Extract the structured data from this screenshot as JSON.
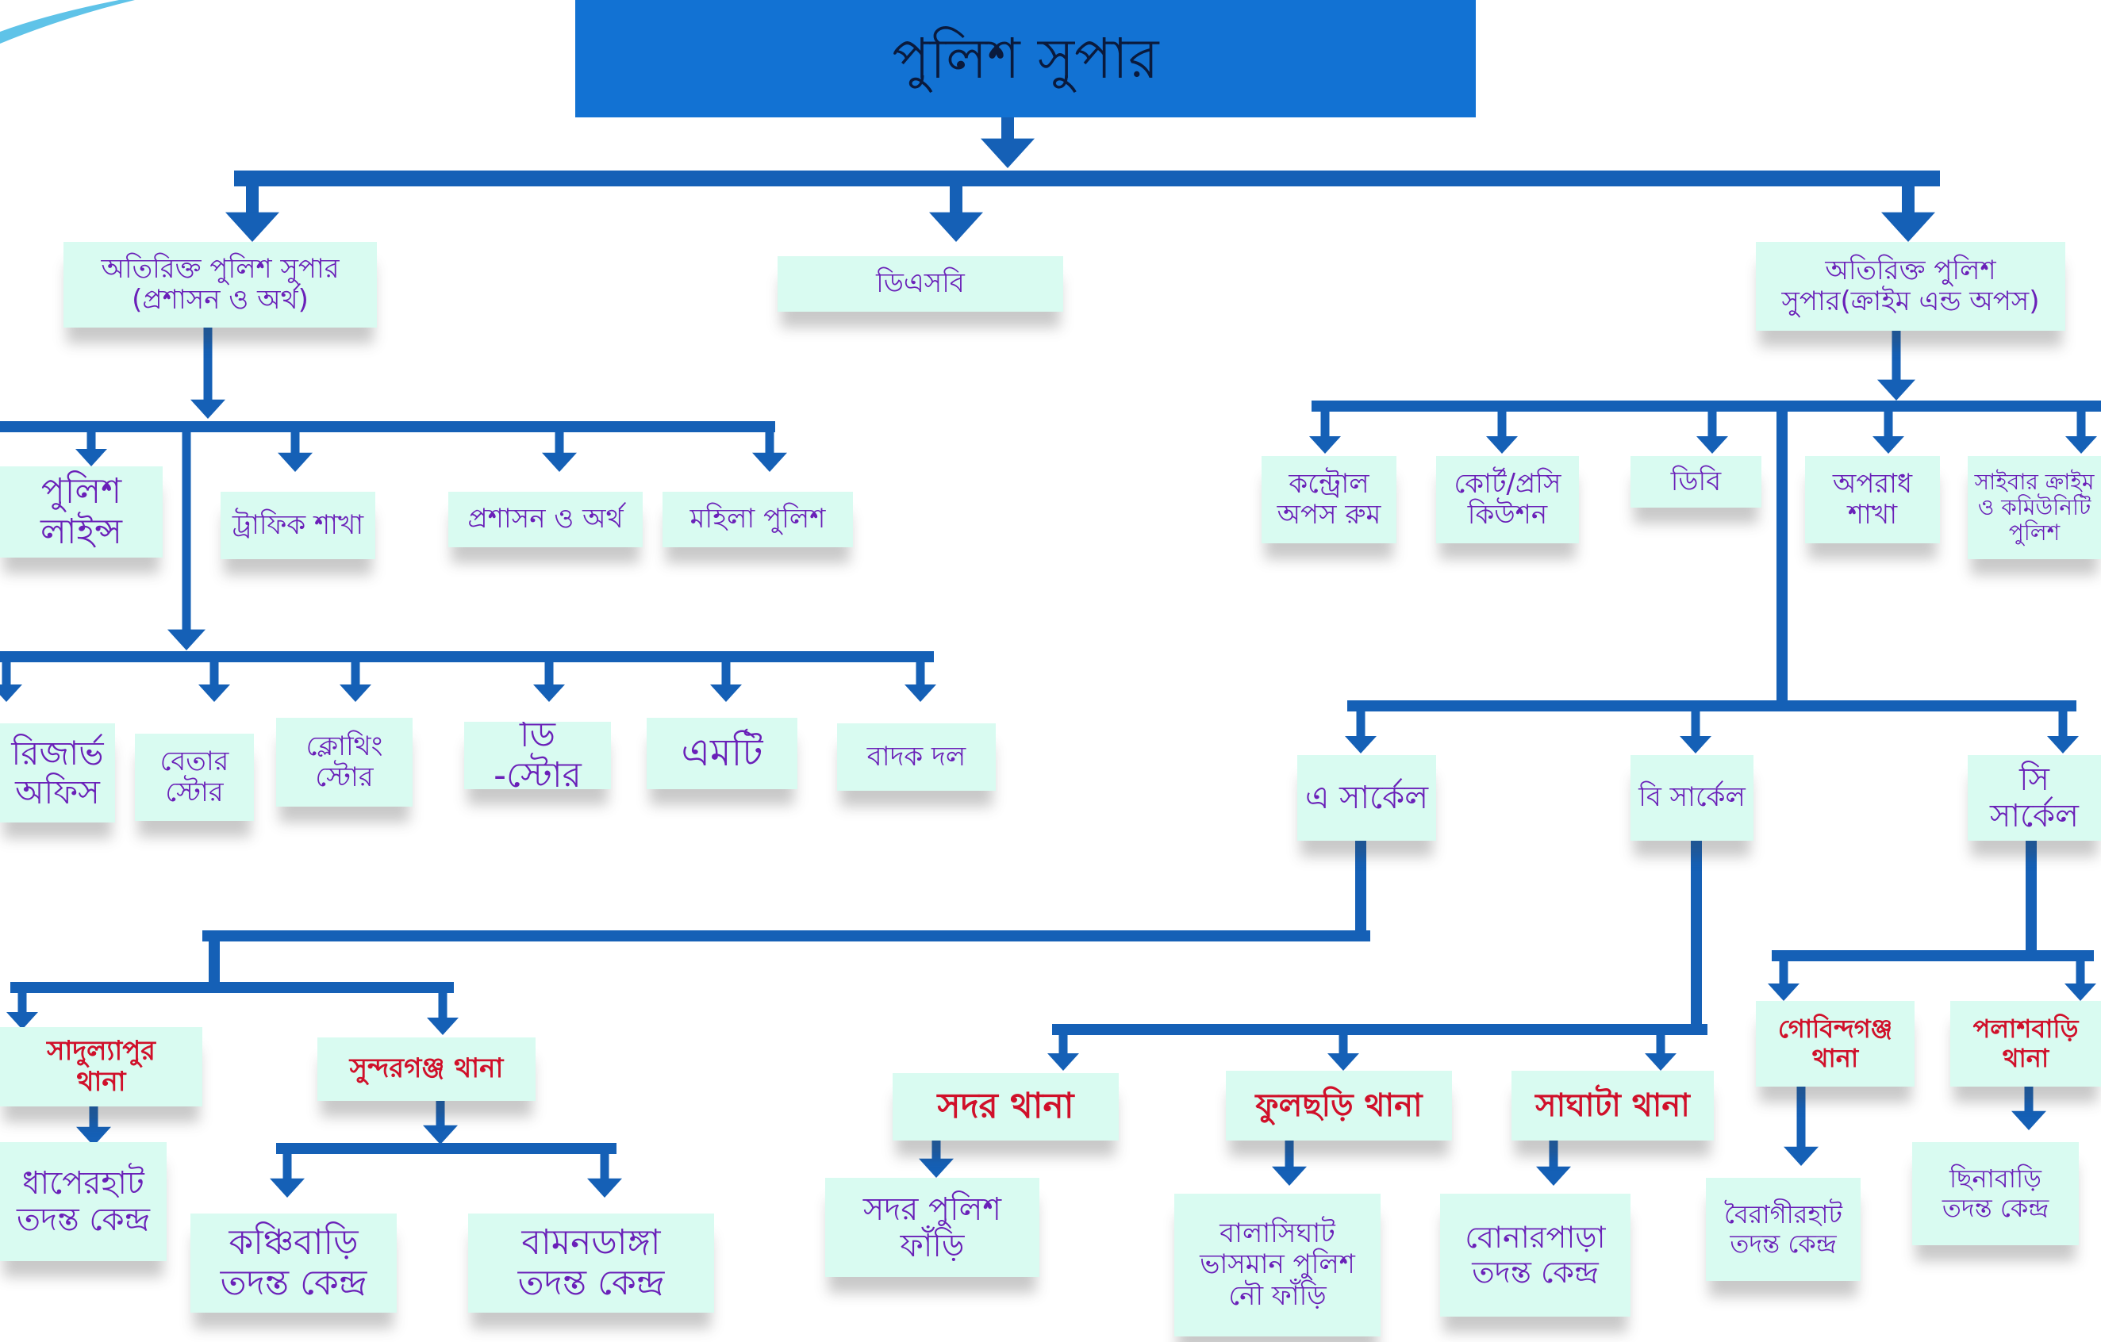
{
  "colors": {
    "line": "#1560b6",
    "box_fill": "#d9fbf1",
    "label": "#6a20b8",
    "station": "#d0102a",
    "top_fill": "#1272d3"
  },
  "top": "পুলিশ সুপার",
  "level1": {
    "left": "অতিরিক্ত পুলিশ সুপার\n(প্রশাসন ও অর্থ)",
    "center": "ডিএসবি",
    "right": "অতিরিক্ত পুলিশ\nসুপার(ক্রাইম এন্ড অপস)"
  },
  "admin_row1": [
    "পুলিশ\nলাইন্স",
    "ট্রাফিক শাখা",
    "প্রশাসন ও অর্থ",
    "মহিলা পুলিশ"
  ],
  "admin_row2": [
    "রিজার্ভ\nঅফিস",
    "বেতার\nস্টোর",
    "ক্লোথিং\nস্টোর",
    "ডি -স্টোর",
    "এমটি",
    "বাদক দল"
  ],
  "crime_row": [
    "কন্ট্রোল\nঅপস রুম",
    "কোর্ট/প্রসি\nকিউশন",
    "ডিবি",
    "অপরাধ\nশাখা",
    "সাইবার ক্রাইম\nও কমিউনিটি\nপুলিশ"
  ],
  "circles": [
    "এ সার্কেল",
    "বি সার্কেল",
    "সি সার্কেল"
  ],
  "stations": {
    "a": [
      "সাদুল্যাপুর\nথানা",
      "সুন্দরগঞ্জ থানা"
    ],
    "b": [
      "সদর থানা",
      "ফুলছড়ি থানা",
      "সাঘাটা থানা"
    ],
    "c": [
      "গোবিন্দগঞ্জ\nথানা",
      "পলাশবাড়ি\nথানা"
    ]
  },
  "centers": {
    "sadullapur": "ধাপেরহাট\nতদন্ত কেন্দ্র",
    "sundarganj_1": "কঞ্চিবাড়ি\nতদন্ত কেন্দ্র",
    "sundarganj_2": "বামনডাঙ্গা\nতদন্ত কেন্দ্র",
    "sadar": "সদর পুলিশ\nফাঁড়ি",
    "fulchhari": "বালাসিঘাট\nভাসমান পুলিশ\nনৌ ফাঁড়ি",
    "saghata": "বোনারপাড়া\nতদন্ত কেন্দ্র",
    "gobindaganj": "বৈরাগীরহাট\nতদন্ত কেন্দ্র",
    "palashbari": "ছিনাবাড়ি\nতদন্ত কেন্দ্র"
  }
}
